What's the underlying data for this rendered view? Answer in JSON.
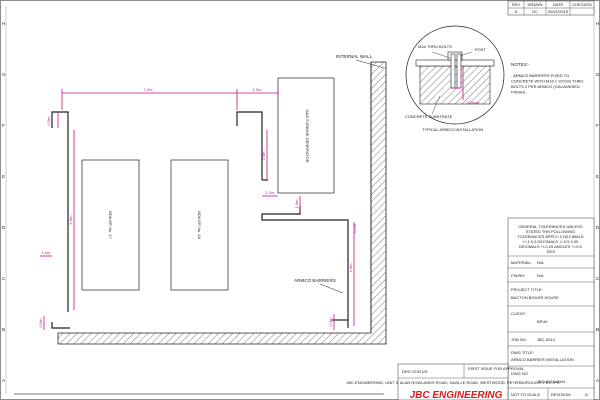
{
  "drawing": {
    "border_letters": [
      "H",
      "G",
      "F",
      "E",
      "D",
      "C",
      "B",
      "A"
    ],
    "labels": {
      "internal_wall": "INTERNAL WALL",
      "armco_barriers": "ARMCO BARRIERS",
      "boiler_left": "BOILER No. 17",
      "boiler_right": "BOILER No. 18",
      "gas_turbine": "GAS TURBINE GENERATOR"
    },
    "dimensions": {
      "top_run": "7.2m",
      "top_right": "1.0m",
      "left_return": "0.5m",
      "left_vertical": "5.5m",
      "lower_left": "1.0m",
      "turbine_side": "2.0m",
      "turbine_gap": "1.2m",
      "turbine_bottom": "1.0m",
      "right_end": "0.5m",
      "right_vertical": "4.0m",
      "bottom_left": "0.5m",
      "bottom_right": "0.3m"
    }
  },
  "detail": {
    "bolt_label": "M16 THRU BOLTS",
    "post_label": "POST",
    "concrete_label": "CONCRETE SUBSTRATE",
    "dim_label": "120mm",
    "caption": "TYPICAL ARMCO INSTALLATION"
  },
  "notes": {
    "title": "NOTES:-",
    "text": "- ARMCO BARRIERS FIXED TO CONCRETE WITH M16 x 120mm THRU BOLTS 2 PER ARMCO (GALVANISED FINISH)"
  },
  "revision_table": {
    "headers": [
      "REV",
      "DRAWN",
      "DATE",
      "CHECKED"
    ],
    "row": [
      "A",
      "DC",
      "02/01/2015",
      ""
    ]
  },
  "title_block": {
    "tolerances": "GENERAL TOLERANCES UNLESS STATED THE FOLLOWING TOLERANCES APPLY: 0 DECIMALS +/-1 0.0 DECIMALS +/-0.5 0.00 DECIMALS +/-0.25 ANGLES +/-0.5 DEG",
    "material_label": "MATERIAL:",
    "material_value": "N/A",
    "finish_label": "FINISH:",
    "finish_value": "N/A",
    "project_label": "PROJECT TITLE:",
    "project_value": "BACTON BOILER HOUSE",
    "client_label": "CLIENT:",
    "client_value": "BPUK",
    "job_label": "JOB NO.",
    "job_value": "JBC-0013",
    "dwg_title_label": "DWG TITLE:",
    "dwg_title_value": "ARMCO BARRIER INSTALLATION",
    "dwg_no_label": "DWG NO.",
    "dwg_no_value": "JBC-0013-0004",
    "scale_value": "NOT TO SCALE",
    "revision_label": "REVISION:",
    "revision_value": "A",
    "status_label": "DRG STATUS:",
    "status_value": "FIRST ISSUE FOR APPROVAL",
    "company_address": "JBC ENGINEERING, UNIT 3, ALAN ROWLANDS ROAD, SAVILLE ROAD, WESTWOOD, PETERBOROUGH, PE3 7PR",
    "logo_text": "JBC ENGINEERING"
  }
}
